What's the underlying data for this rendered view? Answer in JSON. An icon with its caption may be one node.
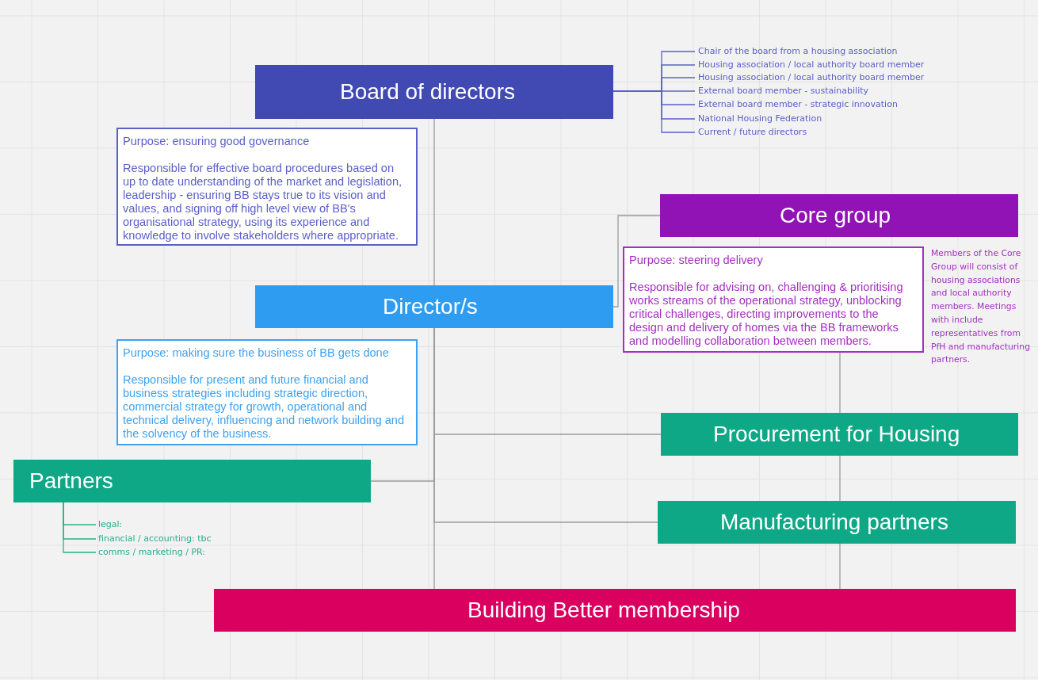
{
  "diagram": {
    "nodes": [
      {
        "text": [
          "Board of directors"
        ]
      },
      {
        "text": [
          "Chair of the board from a housing association"
        ]
      },
      {
        "text": [
          "Housing association / local authority board member"
        ]
      },
      {
        "text": [
          "Housing association / local authority board member"
        ]
      },
      {
        "text": [
          "External board member - sustainability"
        ]
      },
      {
        "text": [
          "External board member - strategic innovation"
        ]
      },
      {
        "text": [
          "National Housing Federation"
        ]
      },
      {
        "text": [
          "Current / future directors"
        ]
      },
      {
        "text": [
          "Purpose: ensuring good governance",
          "Responsible for effective board procedures based on up to date understanding of the market and legislation, leadership - ensuring BB stays true to its vision and values, and signing off high level view of  BB's organisational strategy, using its experience and knowledge to involve stakeholders where appropriate."
        ]
      },
      {
        "text": [
          "Core group"
        ]
      },
      {
        "text": [
          "Purpose: steering delivery",
          "Responsible for advising on, challenging & prioritising works streams of the operational strategy, unblocking critical challenges, directing improvements to the design and delivery of homes via the BB frameworks and modelling collaboration between members."
        ],
        "beside": [
          "Members of the Core Group will consist of housing associations and local authority members. Meetings with include representatives from PfH and manufacturing partners."
        ]
      },
      {
        "text": [
          "Director/s"
        ]
      },
      {
        "text": [
          "Purpose: making sure the business of BB gets done",
          "Responsible for present and future financial and business strategies including strategic direction, commercial strategy for growth, operational and technical delivery, influencing and network building and the solvency of the business."
        ]
      },
      {
        "text": [
          "Procurement for Housing"
        ]
      },
      {
        "text": [
          "Partners"
        ]
      },
      {
        "text": [
          "legal:"
        ]
      },
      {
        "text": [
          "financial / accounting: tbc"
        ]
      },
      {
        "text": [
          "comms / marketing / PR:"
        ]
      },
      {
        "text": [
          "Manufacturing partners"
        ]
      },
      {
        "text": [
          "Building Better membership"
        ]
      }
    ],
    "edges": [
      {
        "from": 0,
        "to": 11,
        "arrow": "none"
      },
      {
        "from": 11,
        "to": 19,
        "arrow": "none"
      },
      {
        "from": 11,
        "to": 13,
        "arrow": "none"
      },
      {
        "from": 11,
        "to": 14,
        "arrow": "none"
      },
      {
        "from": 11,
        "to": 18,
        "arrow": "none"
      },
      {
        "from": 9,
        "to": 11,
        "arrow": "none"
      },
      {
        "from": 10,
        "to": 13,
        "arrow": "none"
      },
      {
        "from": 13,
        "to": 18,
        "arrow": "none"
      },
      {
        "from": 18,
        "to": 19,
        "arrow": "none"
      },
      {
        "from": 0,
        "to": 1,
        "arrow": "none",
        "color": "#5b60c9"
      },
      {
        "from": 0,
        "to": 2,
        "arrow": "none",
        "color": "#5b60c9"
      },
      {
        "from": 0,
        "to": 3,
        "arrow": "none",
        "color": "#5b60c9"
      },
      {
        "from": 0,
        "to": 4,
        "arrow": "none",
        "color": "#5b60c9"
      },
      {
        "from": 0,
        "to": 5,
        "arrow": "none",
        "color": "#5b60c9"
      },
      {
        "from": 0,
        "to": 6,
        "arrow": "none",
        "color": "#5b60c9"
      },
      {
        "from": 0,
        "to": 7,
        "arrow": "none",
        "color": "#5b60c9"
      },
      {
        "from": 14,
        "to": 15,
        "arrow": "none",
        "color": "#2aae8c"
      },
      {
        "from": 14,
        "to": 16,
        "arrow": "none",
        "color": "#2aae8c"
      },
      {
        "from": 14,
        "to": 17,
        "arrow": "none",
        "color": "#2aae8c"
      }
    ]
  }
}
